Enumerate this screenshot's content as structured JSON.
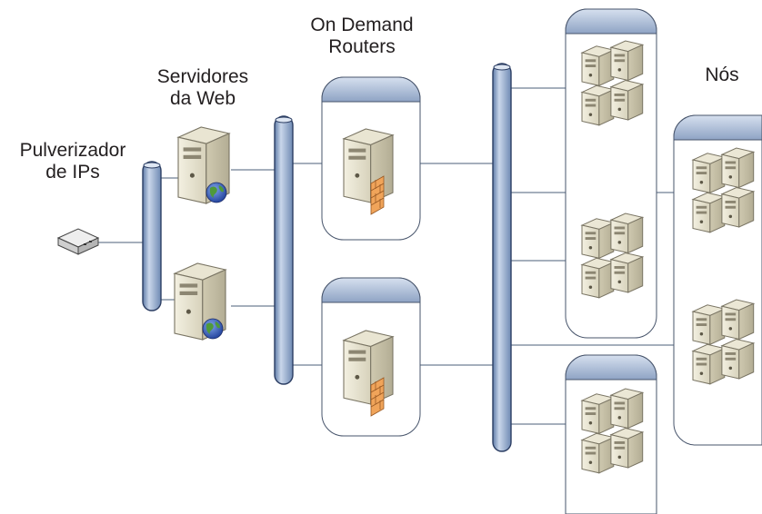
{
  "labels": {
    "sprayer": [
      "Pulverizador",
      "de IPs"
    ],
    "web_servers": [
      "Servidores",
      "da Web"
    ],
    "odr": [
      "On Demand",
      "Routers"
    ],
    "nodes": "Nós"
  },
  "colors": {
    "bus_fill": "#a9bcd8",
    "bus_stroke": "#2c3e63",
    "box_header": "#a6b6cf",
    "box_stroke": "#47546b",
    "link": "#6f7f95",
    "text": "#231f20"
  },
  "icons": {
    "sprayer": "ip-sprayer-device-icon",
    "web_server": "web-server-globe-icon",
    "odr": "server-firewall-icon",
    "node": "server-cluster-icon"
  }
}
